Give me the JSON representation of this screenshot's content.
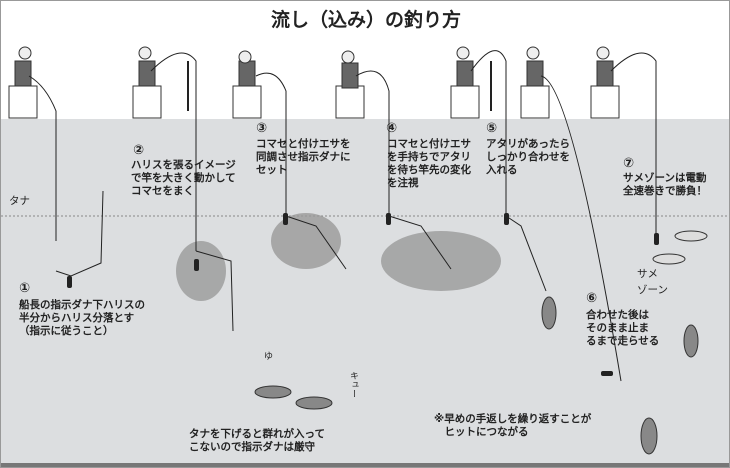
{
  "title": "流し（込み）の釣り方",
  "tana_label": "タナ",
  "steps": [
    {
      "num": "①",
      "text": "船長の指示ダナ下ハリスの\n半分からハリス分落とす\n（指示に従うこと）"
    },
    {
      "num": "②",
      "text": "ハリスを張るイメージ\nで竿を大きく動かして\nコマセをまく"
    },
    {
      "num": "③",
      "text": "コマセと付けエサを\n同調させ指示ダナに\nセット"
    },
    {
      "num": "④",
      "text": "コマセと付けエサ\nを手持ちでアタリ\nを待ち竿先の変化\nを注視"
    },
    {
      "num": "⑤",
      "text": "アタリがあったら\nしっかり合わせを\n入れる"
    },
    {
      "num": "⑥",
      "text": "合わせた後は\nそのまま止ま\nるまで走らせる"
    },
    {
      "num": "⑦",
      "text": "サメゾーンは電動\n全速巻きで勝負！"
    }
  ],
  "shark_zone": "サメ\nゾーン",
  "note_bottom": "タナを下げると群れが入って\nこないので指示ダナは厳守",
  "note_tip": "※早めの手返しを繰り返すことが\n　ヒットにつながる",
  "sfx": [
    "ゆ",
    "キュー"
  ]
}
